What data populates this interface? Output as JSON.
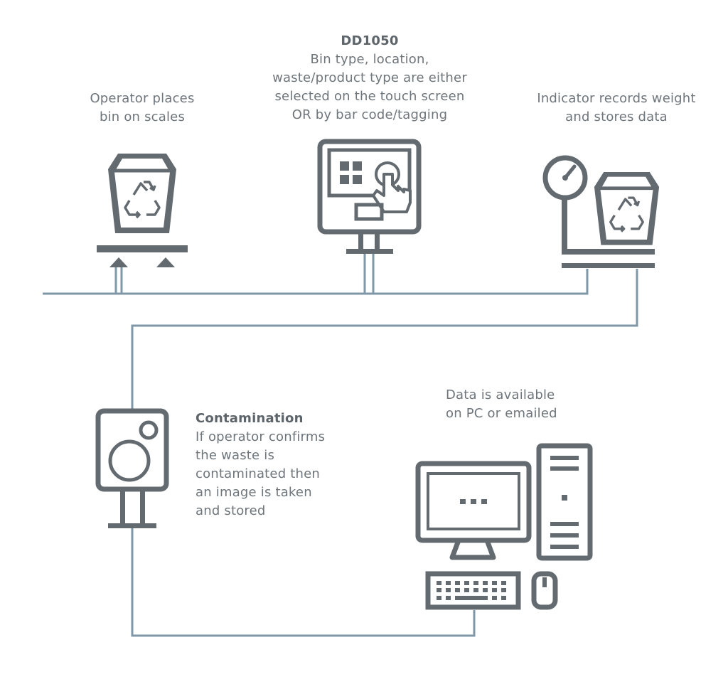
{
  "colors": {
    "icon": "#636b71",
    "connector": "#7f97a6",
    "text": "#6e757b",
    "background": "#ffffff"
  },
  "steps": {
    "operator": {
      "lines": [
        "Operator places",
        "bin on scales"
      ],
      "icons": [
        "recycle-bin-icon",
        "scale-platform-icon"
      ]
    },
    "dd1050": {
      "title": "DD1050",
      "lines": [
        "Bin type, location,",
        "waste/product type are either",
        "selected on the touch screen",
        "OR by bar code/tagging"
      ],
      "icons": [
        "touch-screen-terminal-icon"
      ]
    },
    "indicator": {
      "lines": [
        "Indicator records weight",
        "and stores data"
      ],
      "icons": [
        "weighing-scale-icon",
        "recycle-bin-icon"
      ]
    },
    "contamination": {
      "title": "Contamination",
      "lines": [
        "If operator confirms",
        "the waste is",
        "contaminated then",
        "an image is taken",
        "and stored"
      ],
      "icons": [
        "camera-icon"
      ]
    },
    "data": {
      "lines": [
        "Data is available",
        "on PC or emailed"
      ],
      "icons": [
        "desktop-computer-icon",
        "keyboard-icon",
        "mouse-icon"
      ]
    }
  }
}
